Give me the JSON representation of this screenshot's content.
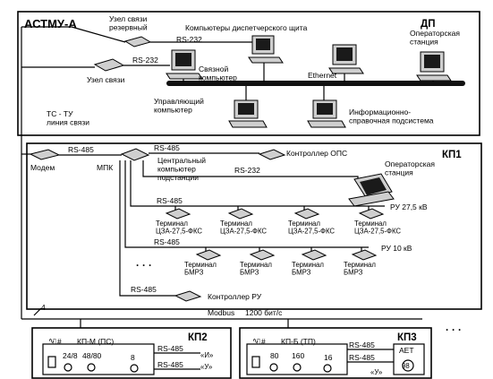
{
  "top": {
    "title": "АСТМУ-А",
    "dp_title": "ДП",
    "operator_station": "Операторская\nстанция",
    "comm_node_reserve": "Узел связи\nрезервный",
    "comm_node": "Узел связи",
    "dispatch_computers": "Компьютеры диспетчерского щита",
    "rs232_a": "RS-232",
    "rs232_b": "RS-232",
    "comm_computer": "Связной\nкомпьютер",
    "ethernet": "Ethernet",
    "control_computer": "Управляющий\nкомпьютер",
    "info_subsystem": "Информационно-\nсправочная подсистема",
    "tc_tu": "ТС - ТУ\nлиния связи"
  },
  "kp1": {
    "title": "КП1",
    "modem": "Модем",
    "mpk": "МПК",
    "rs485_a": "RS-485",
    "rs485_b": "RS-485",
    "rs485_c": "RS-485",
    "rs485_d": "RS-485",
    "rs485_e": "RS-485",
    "rs232": "RS-232",
    "ops_controller": "Контроллер ОПС",
    "central_computer": "Центральный\nкомпьютер\nподстанции",
    "operator_station": "Операторская\nстанция",
    "ru_275": "РУ 27,5 кВ",
    "ru_10": "РУ 10 кВ",
    "ru_controller": "Контроллер РУ",
    "ellipsis": "· · ·",
    "terminals_275": [
      {
        "label": "Терминал\nЦЗА-27,5-ФКС"
      },
      {
        "label": "Терминал\nЦЗА-27,5-ФКС"
      },
      {
        "label": "Терминал\nЦЗА-27,5-ФКС"
      },
      {
        "label": "Терминал\nЦЗА-27,5-ФКС"
      }
    ],
    "terminals_10": [
      {
        "label": "Терминал\nБМРЗ"
      },
      {
        "label": "Терминал\nБМРЗ"
      },
      {
        "label": "Терминал\nБМРЗ"
      },
      {
        "label": "Терминал\nБМРЗ"
      }
    ]
  },
  "link": {
    "channel_count": "4",
    "modbus": "Modbus",
    "baud": "1200 бит/с"
  },
  "kp2": {
    "title": "КП2",
    "device": "КП-М (ПС)",
    "rs485_a": "RS-485",
    "rs485_b": "RS-485",
    "in_a": "«И»",
    "in_b": "«У»",
    "ratio": "24/8",
    "ratio2": "48/80",
    "count": "8"
  },
  "kp3": {
    "title": "КП3",
    "device": "КП-Б (ТП)",
    "rs485_a": "RS-485",
    "rs485_b": "RS-485",
    "v1": "80",
    "v2": "160",
    "v3": "16",
    "aet": "АЕТ",
    "aet_val": "98",
    "in_b": "«У»",
    "ellipsis": "· · ·"
  }
}
